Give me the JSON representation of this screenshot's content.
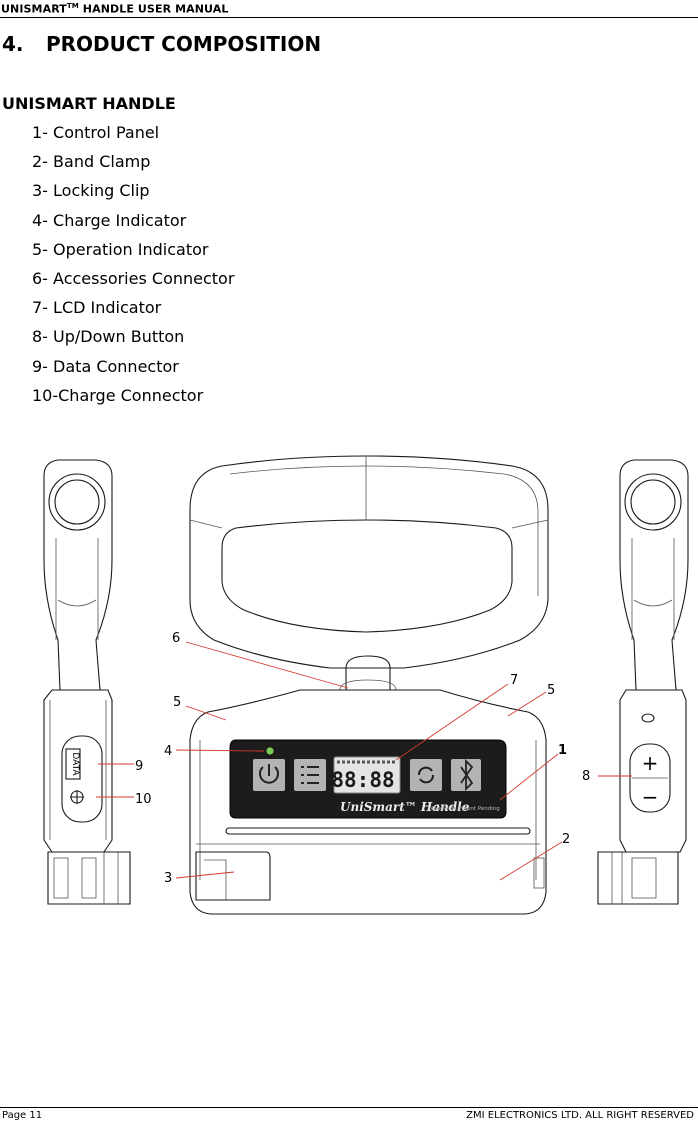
{
  "header": {
    "brand": "UNISMART",
    "trademark": "TM",
    "title_rest": " HANDLE USER MANUAL"
  },
  "section": {
    "number": "4.",
    "title": "PRODUCT COMPOSITION"
  },
  "subtitle": "UNISMART HANDLE",
  "parts": [
    "1- Control Panel",
    "2- Band Clamp",
    "3- Locking Clip",
    "4- Charge Indicator",
    "5- Operation Indicator",
    "6- Accessories Connector",
    "7- LCD Indicator",
    "8- Up/Down Button",
    "9- Data Connector",
    "10-Charge Connector"
  ],
  "figure": {
    "callouts": {
      "c1": "1",
      "c2": "2",
      "c3": "3",
      "c4": "4",
      "c5a": "5",
      "c5b": "5",
      "c6": "6",
      "c7": "7",
      "c8": "8",
      "c9": "9",
      "c10": "10"
    },
    "device_label": "UniSmart™ Handle",
    "device_sublabel": "Worldwide Patent Pending",
    "lcd_digits": "88:88",
    "data_port_label": "DATA",
    "button_plus": "+",
    "button_minus": "−",
    "colors": {
      "callout_line": "#d2382f",
      "panel": "#1c1c1c",
      "button": "#b3b3b3",
      "led": "#7ccb57"
    }
  },
  "footer": {
    "page": "Page 11",
    "company": "ZMI ELECTRONICS LTD. ALL RIGHT RESERVED"
  }
}
